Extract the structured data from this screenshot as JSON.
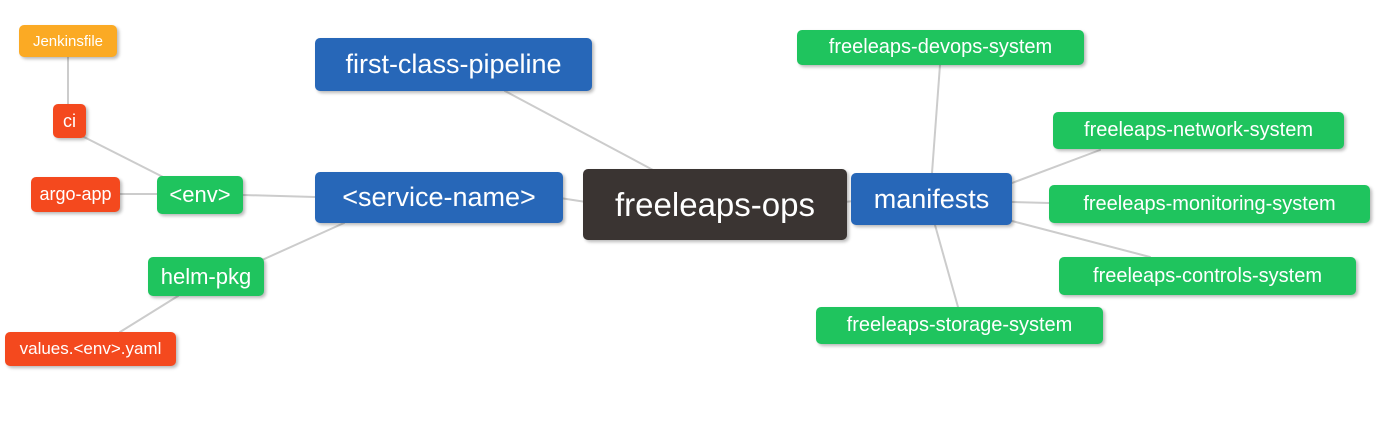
{
  "diagram": {
    "type": "mindmap",
    "root": "freeleaps-ops"
  },
  "palette": {
    "blue": "#2767b8",
    "green": "#1fc45e",
    "orange": "#fbaa24",
    "red_orange": "#f4491e",
    "dark": "#3a3432",
    "edge": "#cccccc",
    "text": "#ffffff",
    "background": "#ffffff"
  },
  "nodes": {
    "jenkinsfile": {
      "label": "Jenkinsfile",
      "color": "orange"
    },
    "ci": {
      "label": "ci",
      "color": "red_orange"
    },
    "argo_app": {
      "label": "argo-app",
      "color": "red_orange"
    },
    "env": {
      "label": "<env>",
      "color": "green"
    },
    "helm_pkg": {
      "label": "helm-pkg",
      "color": "green"
    },
    "values_env_yaml": {
      "label": "values.<env>.yaml",
      "color": "red_orange"
    },
    "first_class_pipeline": {
      "label": "first-class-pipeline",
      "color": "blue"
    },
    "service_name": {
      "label": "<service-name>",
      "color": "blue"
    },
    "freeleaps_ops": {
      "label": "freeleaps-ops",
      "color": "dark"
    },
    "manifests": {
      "label": "manifests",
      "color": "blue"
    },
    "devops_system": {
      "label": "freeleaps-devops-system",
      "color": "green"
    },
    "network_system": {
      "label": "freeleaps-network-system",
      "color": "green"
    },
    "monitoring_system": {
      "label": "freeleaps-monitoring-system",
      "color": "green"
    },
    "controls_system": {
      "label": "freeleaps-controls-system",
      "color": "green"
    },
    "storage_system": {
      "label": "freeleaps-storage-system",
      "color": "green"
    }
  },
  "edges": [
    {
      "from": "jenkinsfile",
      "to": "ci"
    },
    {
      "from": "ci",
      "to": "env"
    },
    {
      "from": "argo_app",
      "to": "env"
    },
    {
      "from": "env",
      "to": "service_name"
    },
    {
      "from": "helm_pkg",
      "to": "service_name"
    },
    {
      "from": "values_env_yaml",
      "to": "helm_pkg"
    },
    {
      "from": "first_class_pipeline",
      "to": "freeleaps_ops"
    },
    {
      "from": "service_name",
      "to": "freeleaps_ops"
    },
    {
      "from": "freeleaps_ops",
      "to": "manifests"
    },
    {
      "from": "manifests",
      "to": "devops_system"
    },
    {
      "from": "manifests",
      "to": "network_system"
    },
    {
      "from": "manifests",
      "to": "monitoring_system"
    },
    {
      "from": "manifests",
      "to": "controls_system"
    },
    {
      "from": "manifests",
      "to": "storage_system"
    }
  ]
}
